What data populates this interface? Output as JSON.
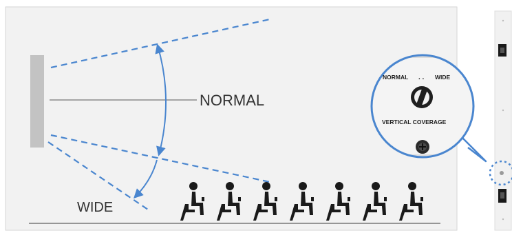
{
  "colors": {
    "accent": "#4a86cf",
    "panel": "#f2f2f2",
    "panel_border": "#d6d6d6",
    "screen": "#c3c3c3",
    "ink": "#1a1a1a"
  },
  "labels": {
    "normal": "NORMAL",
    "wide": "WIDE"
  },
  "zoom": {
    "label_normal": "NORMAL",
    "label_dots": ". .",
    "label_wide": "WIDE",
    "label_vertical_coverage": "VERTICAL COVERAGE"
  },
  "icons": {
    "seat": "seated-person-icon",
    "knob": "rotary-knob-icon",
    "screw": "screw-icon"
  },
  "seat_count": 7
}
